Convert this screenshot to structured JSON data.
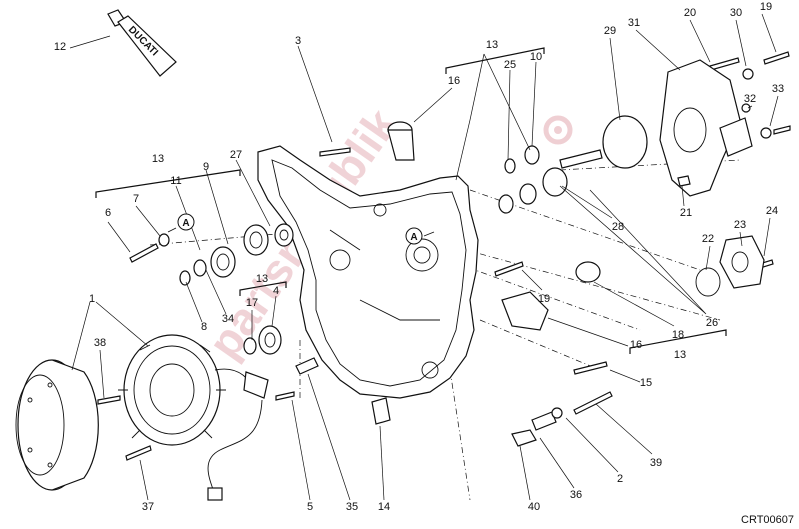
{
  "diagram_code": "CRT00607",
  "tube_label": "DUCATI",
  "watermark": "partsrepublik",
  "marker_A": "A",
  "callouts": {
    "c1": "1",
    "c2": "2",
    "c3": "3",
    "c4": "4",
    "c5": "5",
    "c6": "6",
    "c7": "7",
    "c8": "8",
    "c9": "9",
    "c10": "10",
    "c11": "11",
    "c12": "12",
    "c13a": "13",
    "c13b": "13",
    "c13c": "13",
    "c13d": "13",
    "c14": "14",
    "c15": "15",
    "c16a": "16",
    "c16b": "16",
    "c17": "17",
    "c18": "18",
    "c19a": "19",
    "c19b": "19",
    "c20": "20",
    "c21": "21",
    "c22": "22",
    "c23": "23",
    "c24": "24",
    "c25": "25",
    "c26": "26",
    "c27": "27",
    "c28": "28",
    "c29": "29",
    "c30": "30",
    "c31": "31",
    "c32": "32",
    "c33": "33",
    "c34": "34",
    "c35": "35",
    "c36": "36",
    "c37": "37",
    "c38": "38",
    "c39": "39",
    "c40": "40"
  }
}
